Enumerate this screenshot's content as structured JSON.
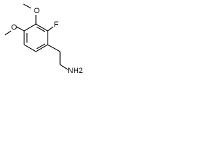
{
  "structure": {
    "labels": {
      "oxygen_top": "O",
      "oxygen_left": "O",
      "fluorine": "F",
      "amine": "NH2"
    }
  }
}
